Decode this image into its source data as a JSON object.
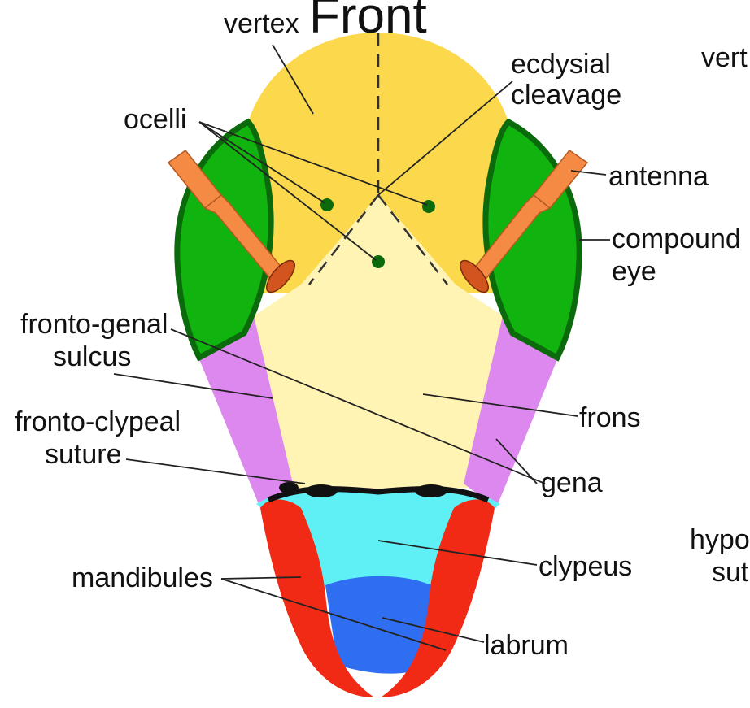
{
  "title": "Front",
  "labels": {
    "vertex": "vertex",
    "vertex_cut": "vert",
    "ecdysial_1": "ecdysial",
    "ecdysial_2": "cleavage",
    "ocelli": "ocelli",
    "antenna": "antenna",
    "compound_1": "compound",
    "compound_2": "eye",
    "fronto_genal_1": "fronto-genal",
    "fronto_genal_2": "sulcus",
    "fronto_clypeal_1": "fronto-clypeal",
    "fronto_clypeal_2": "suture",
    "frons": "frons",
    "gena": "gena",
    "clypeus": "clypeus",
    "mandibules": "mandibules",
    "labrum": "labrum",
    "hypo_cut_1": "hypo",
    "hypo_cut_2": "sut"
  },
  "colors": {
    "vertex": "#fcd94c",
    "frons": "#fff4b3",
    "eye": "#11b30f",
    "eye_outline": "#0b6a0b",
    "gena": "#dd88ee",
    "clypeus": "#5ff0f5",
    "labrum": "#2f6ef0",
    "mandible": "#f02a14",
    "antenna": "#f58a45",
    "ocellus": "#0b6a0b",
    "suture": "#111111"
  }
}
